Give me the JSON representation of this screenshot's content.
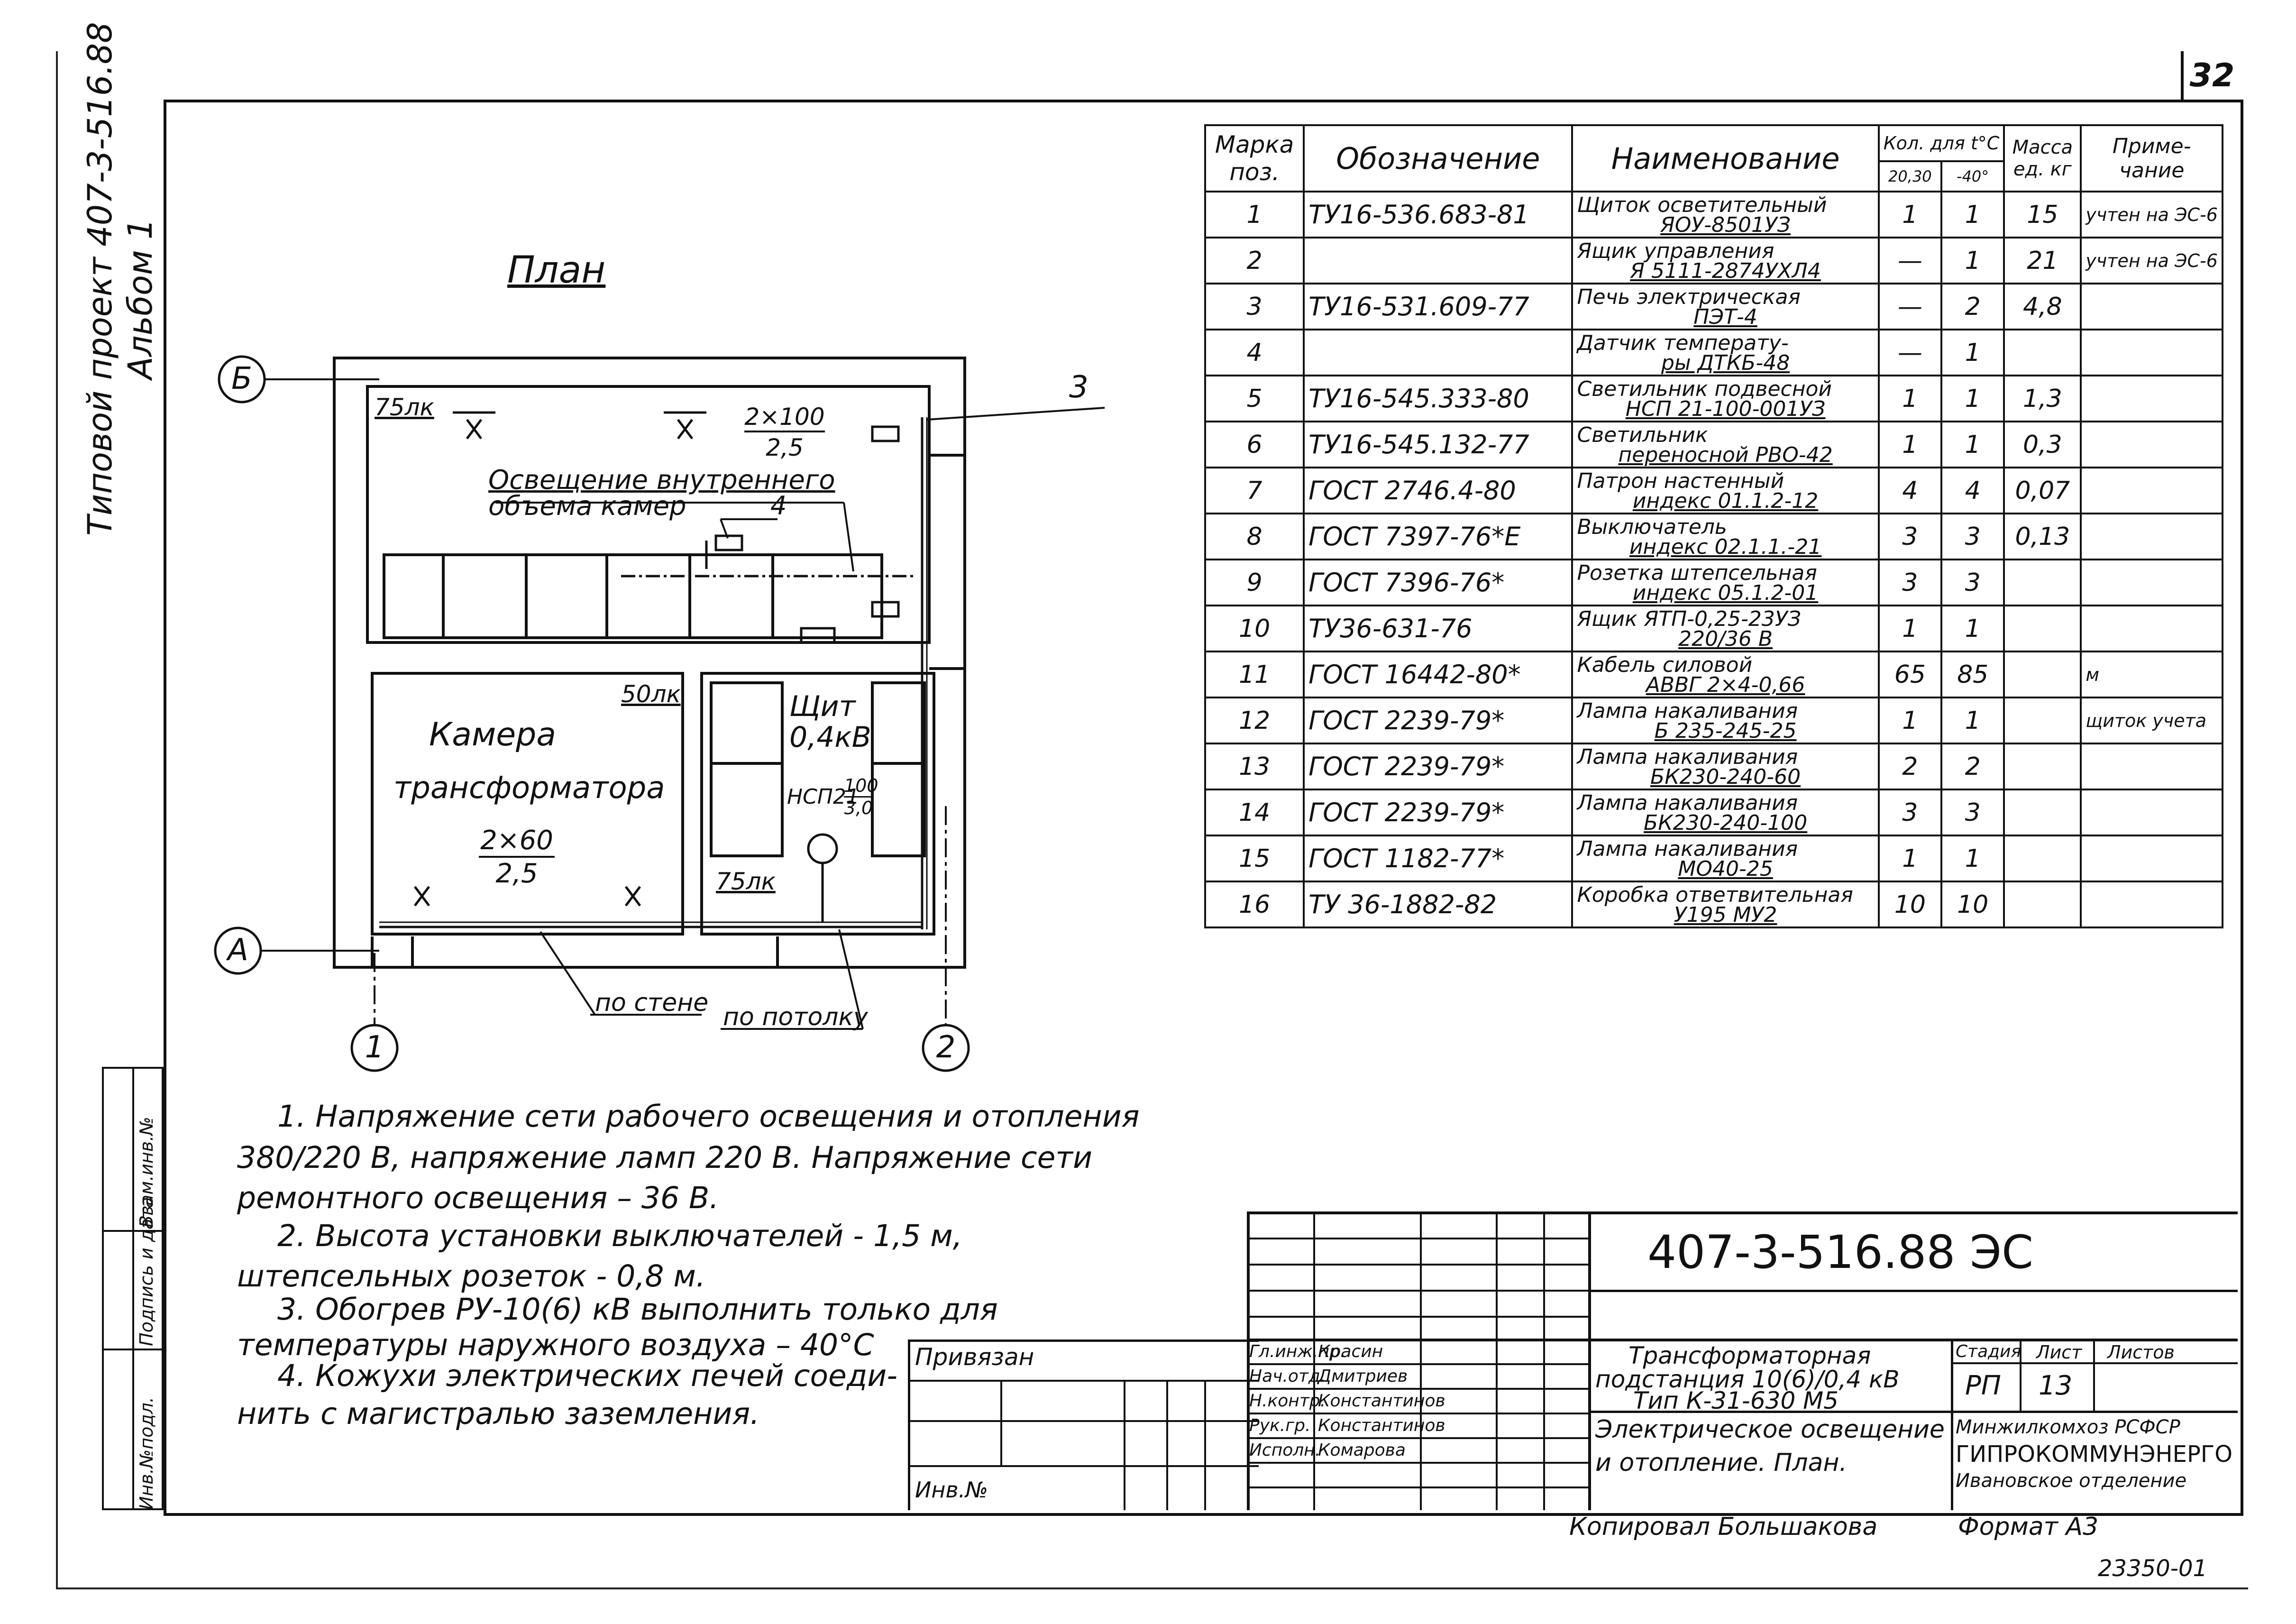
{
  "sheet": {
    "number": "32"
  },
  "margin": {
    "project_line1": "Типовой проект 407-3-516.88",
    "project_line2": "Альбом 1",
    "stamp_labels": [
      "Инв.№подл.",
      "Подпись и дата",
      "Взам.инв.№"
    ]
  },
  "plan": {
    "title": "План",
    "axis_b": "Б",
    "axis_a": "А",
    "axis_1": "1",
    "axis_2": "2",
    "callout_3": "3",
    "callout_4": "4",
    "lux_top": "75лк",
    "lamp_top_num": "2×100",
    "lamp_top_den": "2,5",
    "lighting_line1": "Освещение внутреннего",
    "lighting_line2": "объема камер",
    "lux_left": "50лк",
    "room_line1": "Камера",
    "room_line2": "трансформатора",
    "lamp_left_num": "2×60",
    "lamp_left_den": "2,5",
    "shield_line1": "Щит",
    "shield_line2": "0,4кВ",
    "nsp_label": "НСП21",
    "nsp_num": "100",
    "nsp_den": "3,0",
    "lux_right": "75лк",
    "wall_label": "по стене",
    "ceiling_label": "по потолку"
  },
  "spec_table": {
    "headers": {
      "mark_line1": "Марка",
      "mark_line2": "поз.",
      "designation": "Обозначение",
      "name": "Наименование",
      "qty_line1": "Кол. для t°C",
      "qty_col1": "20,30",
      "qty_col2": "-40°",
      "mass_line1": "Масса",
      "mass_line2": "ед. кг",
      "note_line1": "Приме-",
      "note_line2": "чание"
    },
    "rows": [
      {
        "mark": "1",
        "designation": "ТУ16-536.683-81",
        "name1": "Щиток осветительный",
        "name2": "ЯОУ-8501УЗ",
        "q1": "1",
        "q2": "1",
        "mass": "15",
        "note": "учтен на ЭС-6"
      },
      {
        "mark": "2",
        "designation": "",
        "name1": "Ящик управления",
        "name2": "Я 5111-2874УХЛ4",
        "q1": "—",
        "q2": "1",
        "mass": "21",
        "note": "учтен на ЭС-6"
      },
      {
        "mark": "3",
        "designation": "ТУ16-531.609-77",
        "name1": "Печь электрическая",
        "name2": "ПЭТ-4",
        "q1": "—",
        "q2": "2",
        "mass": "4,8",
        "note": ""
      },
      {
        "mark": "4",
        "designation": "",
        "name1": "Датчик температу-",
        "name2": "ры ДТКБ-48",
        "q1": "—",
        "q2": "1",
        "mass": "",
        "note": ""
      },
      {
        "mark": "5",
        "designation": "ТУ16-545.333-80",
        "name1": "Светильник подвесной",
        "name2": "НСП 21-100-001УЗ",
        "q1": "1",
        "q2": "1",
        "mass": "1,3",
        "note": ""
      },
      {
        "mark": "6",
        "designation": "ТУ16-545.132-77",
        "name1": "Светильник",
        "name2": "переносной РВО-42",
        "q1": "1",
        "q2": "1",
        "mass": "0,3",
        "note": ""
      },
      {
        "mark": "7",
        "designation": "ГОСТ 2746.4-80",
        "name1": "Патрон настенный",
        "name2": "индекс 01.1.2-12",
        "q1": "4",
        "q2": "4",
        "mass": "0,07",
        "note": ""
      },
      {
        "mark": "8",
        "designation": "ГОСТ 7397-76*Е",
        "name1": "Выключатель",
        "name2": "индекс 02.1.1.-21",
        "q1": "3",
        "q2": "3",
        "mass": "0,13",
        "note": ""
      },
      {
        "mark": "9",
        "designation": "ГОСТ 7396-76*",
        "name1": "Розетка штепсельная",
        "name2": "индекс 05.1.2-01",
        "q1": "3",
        "q2": "3",
        "mass": "",
        "note": ""
      },
      {
        "mark": "10",
        "designation": "ТУ36-631-76",
        "name1": "Ящик ЯТП-0,25-23УЗ",
        "name2": "220/36 В",
        "q1": "1",
        "q2": "1",
        "mass": "",
        "note": ""
      },
      {
        "mark": "11",
        "designation": "ГОСТ 16442-80*",
        "name1": "Кабель силовой",
        "name2": "АВВГ 2×4-0,66",
        "q1": "65",
        "q2": "85",
        "mass": "",
        "note": "м"
      },
      {
        "mark": "12",
        "designation": "ГОСТ 2239-79*",
        "name1": "Лампа накаливания",
        "name2": "Б 235-245-25",
        "q1": "1",
        "q2": "1",
        "mass": "",
        "note": "щиток учета"
      },
      {
        "mark": "13",
        "designation": "ГОСТ 2239-79*",
        "name1": "Лампа накаливания",
        "name2": "БК230-240-60",
        "q1": "2",
        "q2": "2",
        "mass": "",
        "note": ""
      },
      {
        "mark": "14",
        "designation": "ГОСТ 2239-79*",
        "name1": "Лампа накаливания",
        "name2": "БК230-240-100",
        "q1": "3",
        "q2": "3",
        "mass": "",
        "note": ""
      },
      {
        "mark": "15",
        "designation": "ГОСТ 1182-77*",
        "name1": "Лампа накаливания",
        "name2": "МО40-25",
        "q1": "1",
        "q2": "1",
        "mass": "",
        "note": ""
      },
      {
        "mark": "16",
        "designation": "ТУ 36-1882-82",
        "name1": "Коробка ответвительная",
        "name2": "У195 МУ2",
        "q1": "10",
        "q2": "10",
        "mass": "",
        "note": ""
      }
    ]
  },
  "notes": {
    "n1_line1": "1. Напряжение сети рабочего освещения и отопления",
    "n1_line2": "380/220 В, напряжение ламп 220 В. Напряжение сети",
    "n1_line3": "ремонтного освещения – 36 В.",
    "n2_line1": "2. Высота установки выключателей - 1,5 м,",
    "n2_line2": "штепсельных розеток - 0,8 м.",
    "n3_line1": "3. Обогрев РУ-10(6) кВ выполнить только для",
    "n3_line2": "температуры наружного воздуха – 40°С",
    "n4_line1": "4. Кожухи электрических печей соеди-",
    "n4_line2": "нить с магистралью заземления."
  },
  "title_block": {
    "doc_code": "407-3-516.88 ЭС",
    "linked": "Привязан",
    "inv": "Инв.№",
    "roles": [
      {
        "role": "Гл.инж.пр.",
        "name": "Красин"
      },
      {
        "role": "Нач.отд.",
        "name": "Дмитриев"
      },
      {
        "role": "Н.контр.",
        "name": "Константинов"
      },
      {
        "role": "Рук.гр.",
        "name": "Константинов"
      },
      {
        "role": "Исполн.",
        "name": "Комарова"
      }
    ],
    "object_line1": "Трансформаторная",
    "object_line2": "подстанция 10(6)/0,4 кВ",
    "object_line3": "Тип К-31-630 М5",
    "sheet_line1": "Электрическое освещение",
    "sheet_line2": "и отопление. План.",
    "stage_label": "Стадия",
    "list_label": "Лист",
    "lists_label": "Листов",
    "stage_value": "РП",
    "list_value": "13",
    "org_line1": "Минжилкомхоз РСФСР",
    "org_line2": "ГИПРОКОММУНЭНЕРГО",
    "org_line3": "Ивановское отделение"
  },
  "footer": {
    "copied": "Копировал Большакова",
    "format": "Формат А3",
    "serial": "23350-01"
  }
}
